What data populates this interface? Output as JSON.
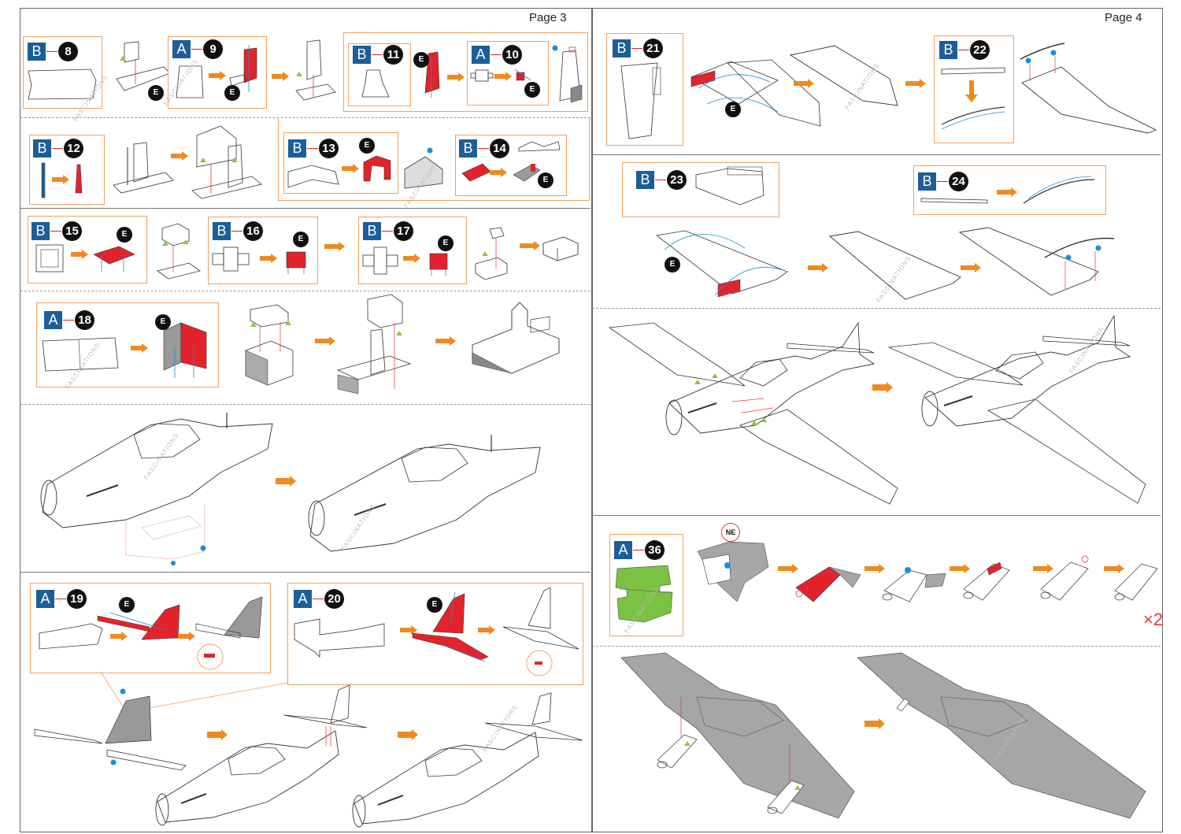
{
  "pages": {
    "left": {
      "page_label": "Page 3"
    },
    "right": {
      "page_label": "Page 4"
    }
  },
  "steps": {
    "s8": {
      "sheet": "B",
      "num": "8"
    },
    "s9": {
      "sheet": "A",
      "num": "9"
    },
    "s11": {
      "sheet": "B",
      "num": "11"
    },
    "s10": {
      "sheet": "A",
      "num": "10"
    },
    "s12": {
      "sheet": "B",
      "num": "12"
    },
    "s13": {
      "sheet": "B",
      "num": "13"
    },
    "s14": {
      "sheet": "B",
      "num": "14"
    },
    "s15": {
      "sheet": "B",
      "num": "15"
    },
    "s16": {
      "sheet": "B",
      "num": "16"
    },
    "s17": {
      "sheet": "B",
      "num": "17"
    },
    "s18": {
      "sheet": "A",
      "num": "18"
    },
    "s19": {
      "sheet": "A",
      "num": "19"
    },
    "s20": {
      "sheet": "A",
      "num": "20"
    },
    "s21": {
      "sheet": "B",
      "num": "21"
    },
    "s22": {
      "sheet": "B",
      "num": "22"
    },
    "s23": {
      "sheet": "B",
      "num": "23"
    },
    "s24": {
      "sheet": "B",
      "num": "24"
    },
    "s36": {
      "sheet": "A",
      "num": "36"
    }
  },
  "badges": {
    "e": "E",
    "ne": "NE"
  },
  "quantity": "×2",
  "watermark": "FASCINATIONS",
  "colors": {
    "sheet_label": "#1b5e9a",
    "step_border": "#f4a05a",
    "arrow": "#f08a1e",
    "highlight_red": "#e3232b",
    "part_green": "#7cc242",
    "part_gray": "#a6a6a6",
    "glue_blue": "#1a8fd6",
    "tab_green": "#8dc63f"
  }
}
